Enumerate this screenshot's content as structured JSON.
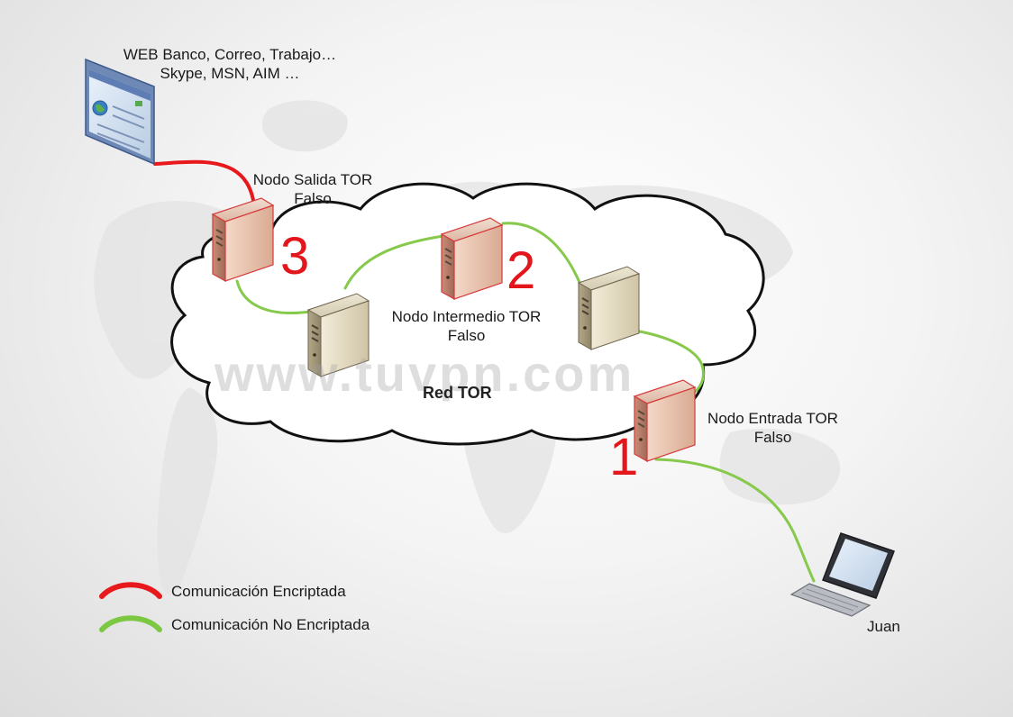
{
  "website": {
    "line1": "WEB Banco, Correo, Trabajo…",
    "line2": "Skype, MSN, AIM …",
    "icon": "web-browser-icon"
  },
  "nodes": {
    "exit": {
      "line1": "Nodo Salida TOR",
      "line2": "Falso",
      "number": "3"
    },
    "middle": {
      "line1": "Nodo Intermedio TOR",
      "line2": "Falso",
      "number": "2"
    },
    "entry": {
      "line1": "Nodo Entrada TOR",
      "line2": "Falso",
      "number": "1"
    },
    "server_icon": "server-tower-icon"
  },
  "network": {
    "title": "Red TOR"
  },
  "watermark": "www.tuvpn.com",
  "client": {
    "name": "Juan",
    "icon": "laptop-icon"
  },
  "legend": {
    "encrypted": {
      "label": "Comunicación Encriptada",
      "color": "#e8191c"
    },
    "unencrypted": {
      "label": "Comunicación No Encriptada",
      "color": "#7cc843"
    }
  },
  "colors": {
    "encrypted": "#e8191c",
    "unencrypted": "#86c94b",
    "number": "#e2161b",
    "malicious_outline": "#e23b3b"
  }
}
